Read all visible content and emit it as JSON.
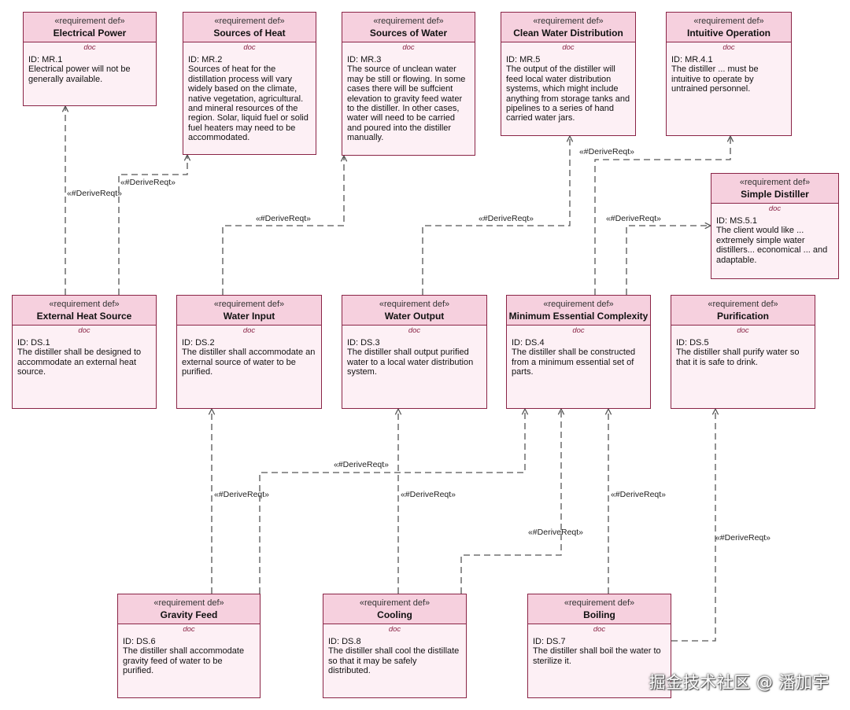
{
  "stereotype": "«requirement def»",
  "doc_label": "doc",
  "relation_label": "«#DeriveReqt»",
  "watermark": "掘金技术社区 @ 潘加宇",
  "requirements": [
    {
      "key": "mr1",
      "name": "Electrical Power",
      "id": "ID: MR.1",
      "text": "Electrical power will not be generally available."
    },
    {
      "key": "mr2",
      "name": "Sources of Heat",
      "id": "ID: MR.2",
      "text": "Sources of heat for the distillation process will vary widely based on the climate, native vegetation, agricultural. and mineral resources of the region. Solar, liquid fuel or solid fuel heaters may need to be accommodated."
    },
    {
      "key": "mr3",
      "name": "Sources of Water",
      "id": "ID: MR.3",
      "text": "The source of unclean water may be still or flowing. In some cases there will be suffcient elevation to gravity feed water to the distiller. In other cases, water will need to be carried and poured into the distiller manually."
    },
    {
      "key": "mr5",
      "name": "Clean Water Distribution",
      "id": "ID: MR.5",
      "text": "The output of the distiller will feed local water distribution systems, which might include anything from storage tanks and pipelines to a series of hand carried water jars."
    },
    {
      "key": "mr41",
      "name": "Intuitive Operation",
      "id": "ID: MR.4.1",
      "text": "The distiller ... must be intuitive to operate by untrained personnel."
    },
    {
      "key": "ms51",
      "name": "Simple Distiller",
      "id": "ID: MS.5.1",
      "text": "The client would like ... extremely simple water distillers... economical ... and adaptable."
    },
    {
      "key": "ds1",
      "name": "External Heat Source",
      "id": "ID: DS.1",
      "text": "The distiller shall be designed to accommodate an external heat source."
    },
    {
      "key": "ds2",
      "name": "Water Input",
      "id": "ID: DS.2",
      "text": "The distiller shall accommodate an external source of water to be purified."
    },
    {
      "key": "ds3",
      "name": "Water Output",
      "id": "ID: DS.3",
      "text": "The distiller shall output purified water to a local water distribution system."
    },
    {
      "key": "ds4",
      "name": "Minimum Essential Complexity",
      "id": "ID: DS.4",
      "text": "The distiller shall be constructed from a minimum essential set of parts."
    },
    {
      "key": "ds5",
      "name": "Purification",
      "id": "ID: DS.5",
      "text": "The distiller shall purify water so that it is safe to drink."
    },
    {
      "key": "ds6",
      "name": "Gravity Feed",
      "id": "ID: DS.6",
      "text": "The distiller shall accommodate gravity feed of water to be purified."
    },
    {
      "key": "ds8",
      "name": "Cooling",
      "id": "ID: DS.8",
      "text": "The distiller shall cool the distillate so that it may be safely distributed."
    },
    {
      "key": "ds7",
      "name": "Boiling",
      "id": "ID: DS.7",
      "text": "The distiller shall boil the water to sterilize it."
    }
  ],
  "relations": [
    {
      "from": "ds1",
      "to": "mr1"
    },
    {
      "from": "ds1",
      "to": "mr2"
    },
    {
      "from": "ds2",
      "to": "mr3"
    },
    {
      "from": "ds3",
      "to": "mr5"
    },
    {
      "from": "ds4",
      "to": "mr41"
    },
    {
      "from": "ds4",
      "to": "ms51"
    },
    {
      "from": "ds6",
      "to": "ds2"
    },
    {
      "from": "ds6",
      "to": "ds4"
    },
    {
      "from": "ds8",
      "to": "ds3"
    },
    {
      "from": "ds8",
      "to": "ds4"
    },
    {
      "from": "ds7",
      "to": "ds4"
    },
    {
      "from": "ds7",
      "to": "ds5"
    }
  ]
}
